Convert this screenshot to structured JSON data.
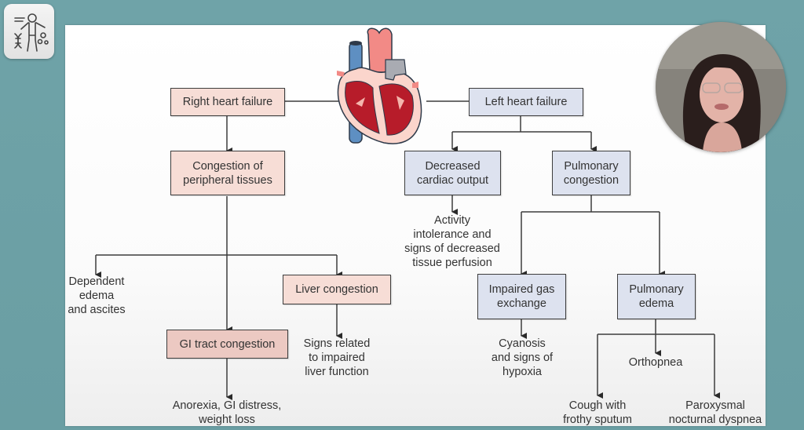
{
  "app": {
    "logo_icon": "human-body-dna-icon"
  },
  "diagram": {
    "title_image": "heart-cross-section",
    "right": {
      "root": "Right heart failure",
      "congestion": "Congestion of\nperipheral tissues",
      "dependent_edema": "Dependent\nedema\nand ascites",
      "liver": "Liver congestion",
      "liver_signs": "Signs related\nto impaired\nliver function",
      "gi": "GI tract congestion",
      "gi_signs": "Anorexia, GI distress,\nweight loss"
    },
    "left": {
      "root": "Left heart failure",
      "decreased_output": "Decreased\ncardiac output",
      "activity": "Activity\nintolerance and\nsigns of decreased\ntissue perfusion",
      "pulmonary_congestion": "Pulmonary\ncongestion",
      "impaired_gas": "Impaired gas\nexchange",
      "cyanosis": "Cyanosis\nand signs of\nhypoxia",
      "pulmonary_edema": "Pulmonary\nedema",
      "orthopnea": "Orthopnea",
      "cough": "Cough with\nfrothy sputum",
      "pnd": "Paroxysmal\nnocturnal dyspnea"
    },
    "colors": {
      "right_box": "#f7ddd6",
      "right_box_dark": "#ecc9c2",
      "left_box": "#dde2ef",
      "line": "#3d3d3d"
    }
  },
  "presenter": {
    "webcam_icon": "presenter-webcam-video"
  }
}
